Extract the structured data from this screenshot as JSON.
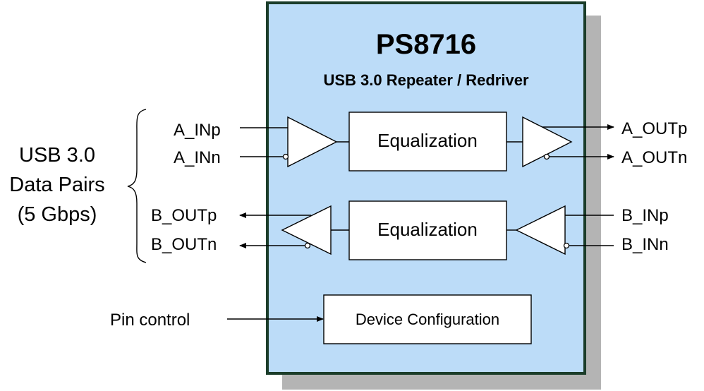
{
  "chip": {
    "name": "PS8716",
    "subtitle": "USB 3.0 Repeater / Redriver",
    "fill_color": "#bcdcf8",
    "border_color": "#1b3d2a",
    "shadow_color": "#b4b4b4"
  },
  "side_label": {
    "line1": "USB 3.0",
    "line2": "Data Pairs",
    "line3": "(5 Gbps)"
  },
  "channel_a": {
    "in_p": "A_INp",
    "in_n": "A_INn",
    "out_p": "A_OUTp",
    "out_n": "A_OUTn",
    "block": "Equalization"
  },
  "channel_b": {
    "in_p": "B_INp",
    "in_n": "B_INn",
    "out_p": "B_OUTp",
    "out_n": "B_OUTn",
    "block": "Equalization"
  },
  "config": {
    "input_label": "Pin control",
    "block": "Device Configuration"
  }
}
